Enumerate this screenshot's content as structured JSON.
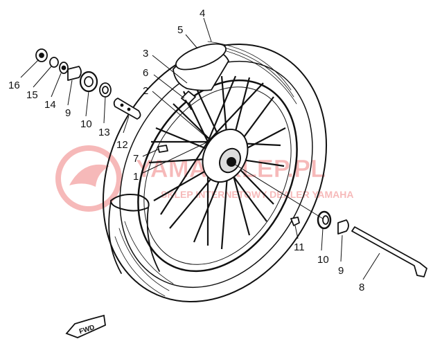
{
  "watermark": {
    "brand": "YAMASKLEP.PL",
    "tagline": "SKLEP INTERNETOWY DEALER YAMAHA",
    "color": "#e8393a"
  },
  "fwd_label": "FWD",
  "callouts": [
    {
      "id": "c16",
      "text": "16"
    },
    {
      "id": "c15",
      "text": "15"
    },
    {
      "id": "c14",
      "text": "14"
    },
    {
      "id": "c9a",
      "text": "9"
    },
    {
      "id": "c10a",
      "text": "10"
    },
    {
      "id": "c13",
      "text": "13"
    },
    {
      "id": "c12",
      "text": "12"
    },
    {
      "id": "c7",
      "text": "7"
    },
    {
      "id": "c1",
      "text": "1"
    },
    {
      "id": "c2",
      "text": "2"
    },
    {
      "id": "c6",
      "text": "6"
    },
    {
      "id": "c3",
      "text": "3"
    },
    {
      "id": "c5",
      "text": "5"
    },
    {
      "id": "c4",
      "text": "4"
    },
    {
      "id": "c11",
      "text": "11"
    },
    {
      "id": "c10b",
      "text": "10"
    },
    {
      "id": "c9b",
      "text": "9"
    },
    {
      "id": "c8",
      "text": "8"
    }
  ]
}
